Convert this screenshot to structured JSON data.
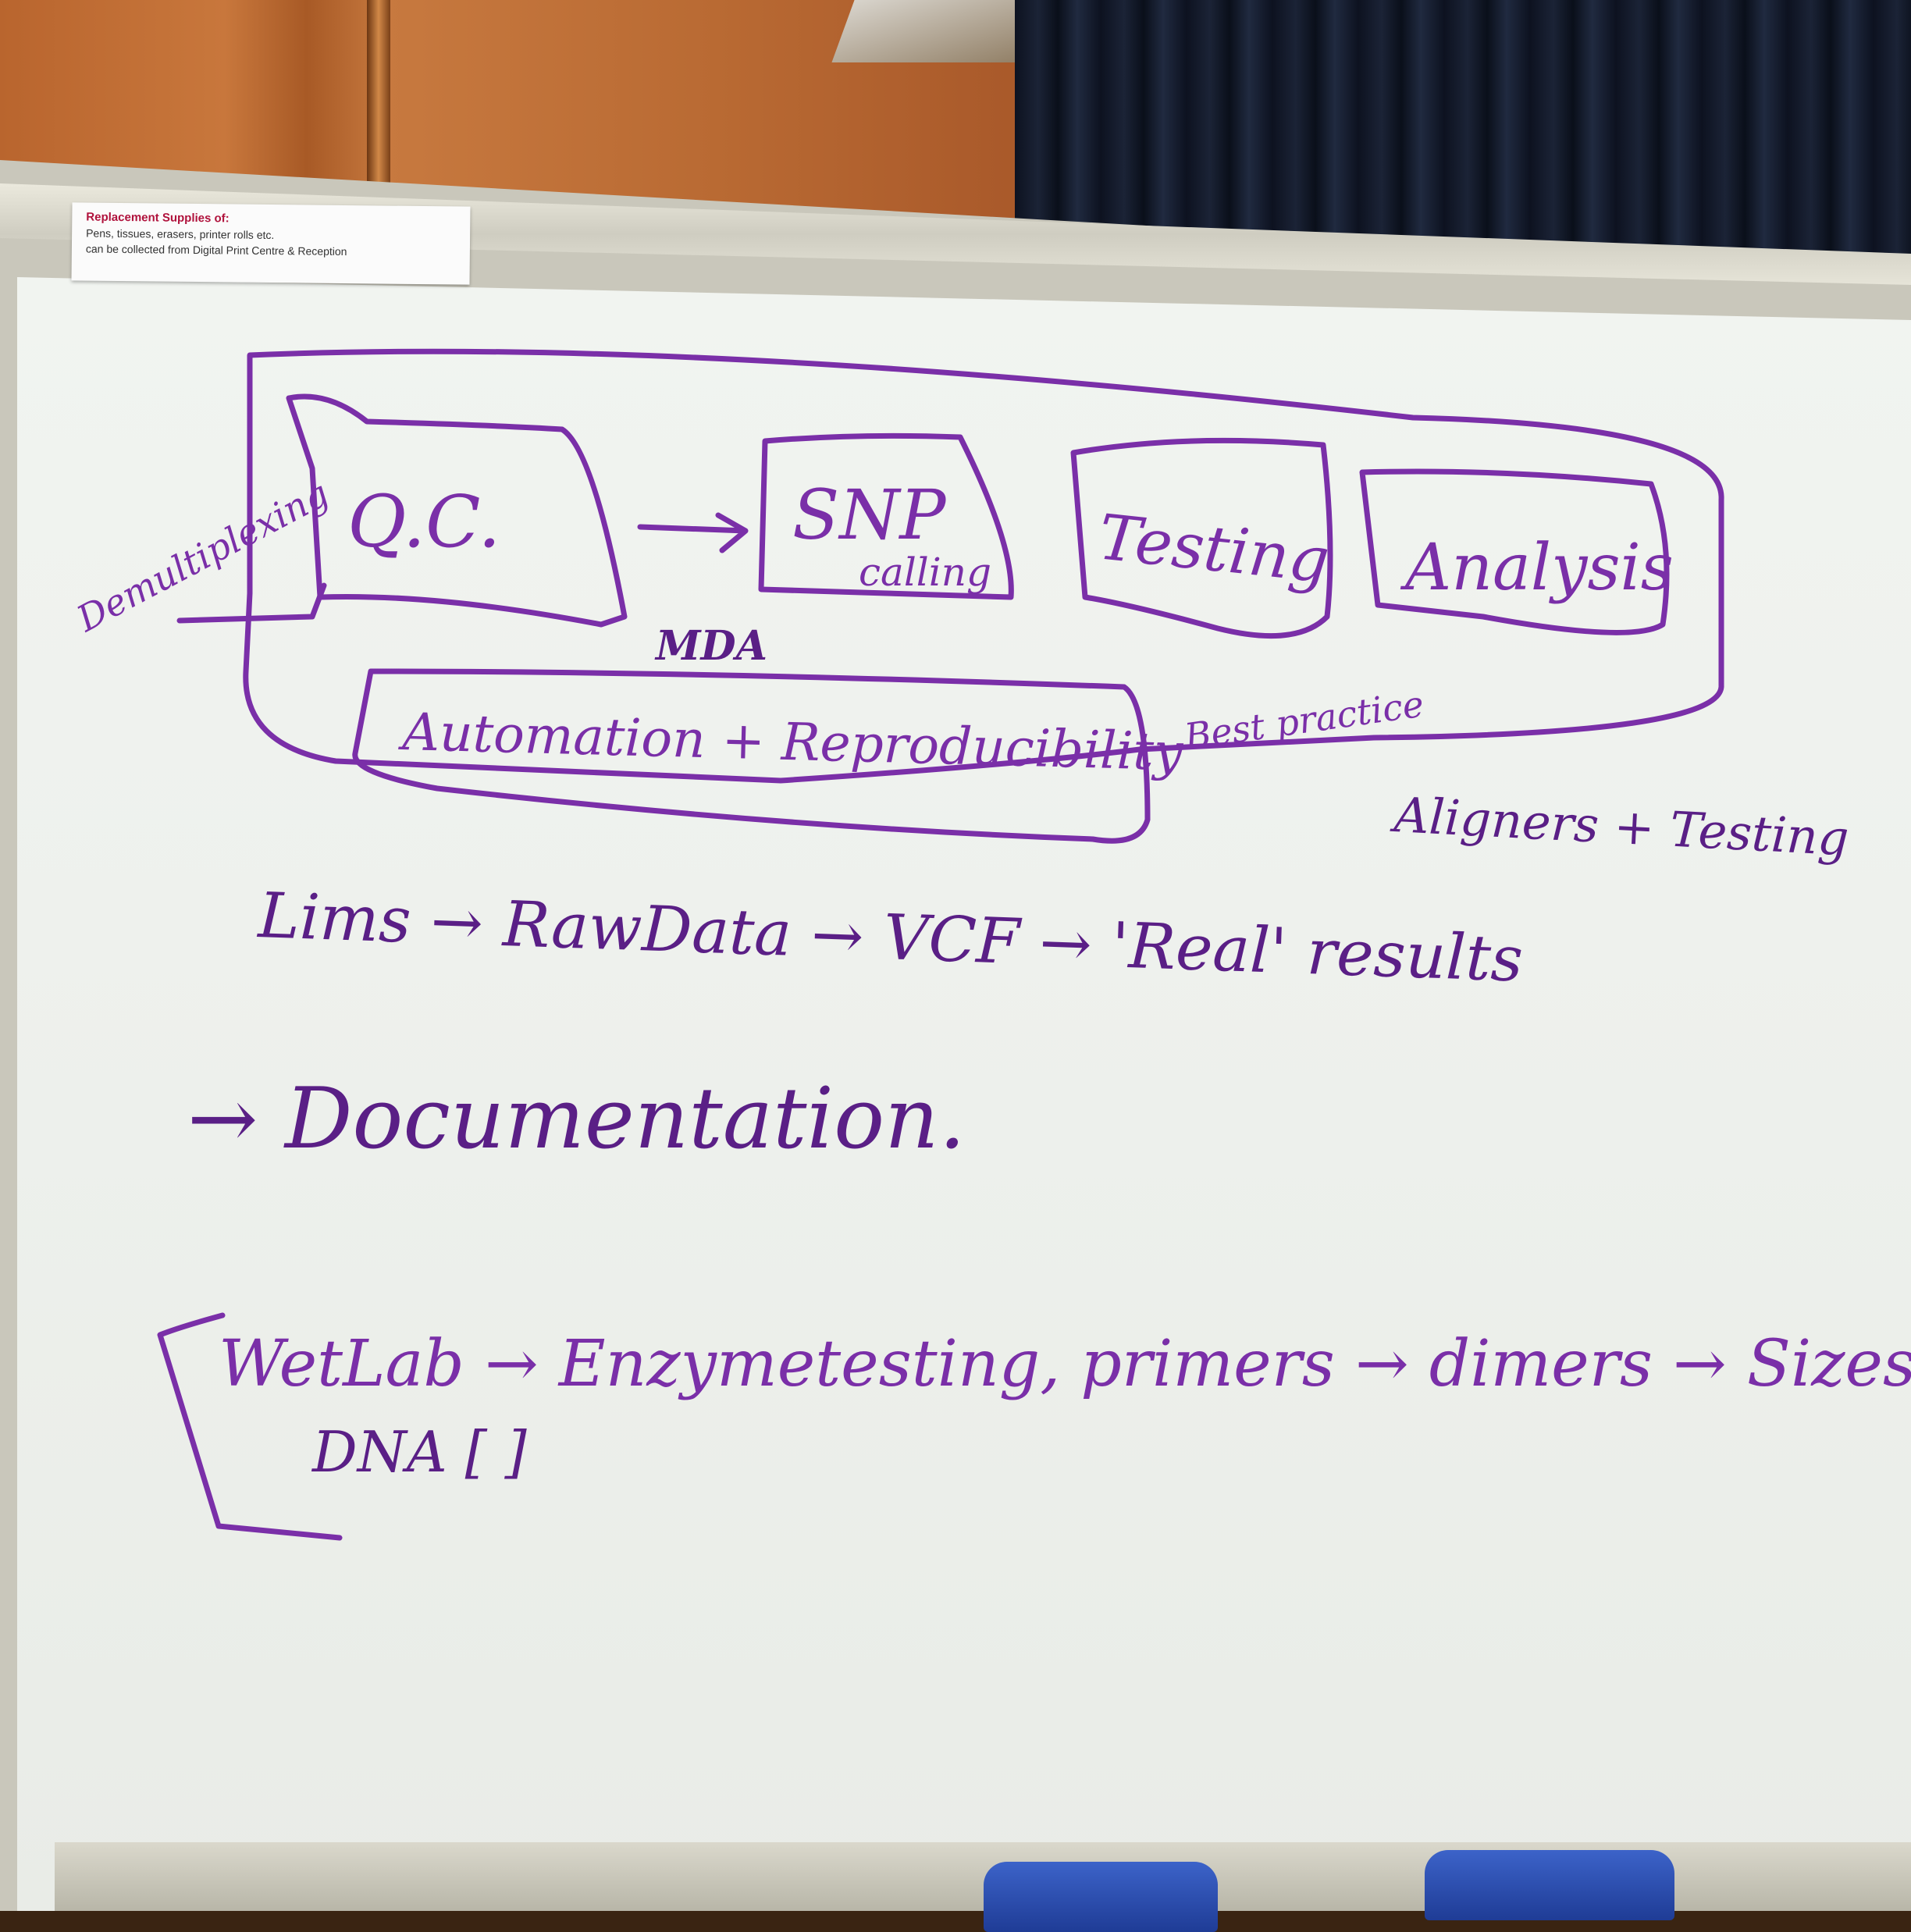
{
  "notice": {
    "title": "Replacement Supplies of:",
    "line1": "Pens, tissues, erasers, printer rolls etc.",
    "line2": "can be collected from Digital Print Centre & Reception"
  },
  "whiteboard": {
    "side_label": "Demultiplexing",
    "boxes": [
      "Q.C.",
      "SNP",
      "calling",
      "Testing",
      "Analysis"
    ],
    "mda": "MDA",
    "automation": "Automation + Reproducibility",
    "best_practice": "Best practice",
    "aligners": "Aligners + Testing",
    "pipeline": "Lims → RawData → VCF → 'Real' results",
    "documentation": "→ Documentation.",
    "wetlab": "WetLab → Enzymetesting, primers → dimers → Sizeselection",
    "dna": "DNA [ ]"
  },
  "colors": {
    "marker": "#7a2fa8",
    "board": "#eef1ed",
    "frame": "#c9c7bb"
  }
}
